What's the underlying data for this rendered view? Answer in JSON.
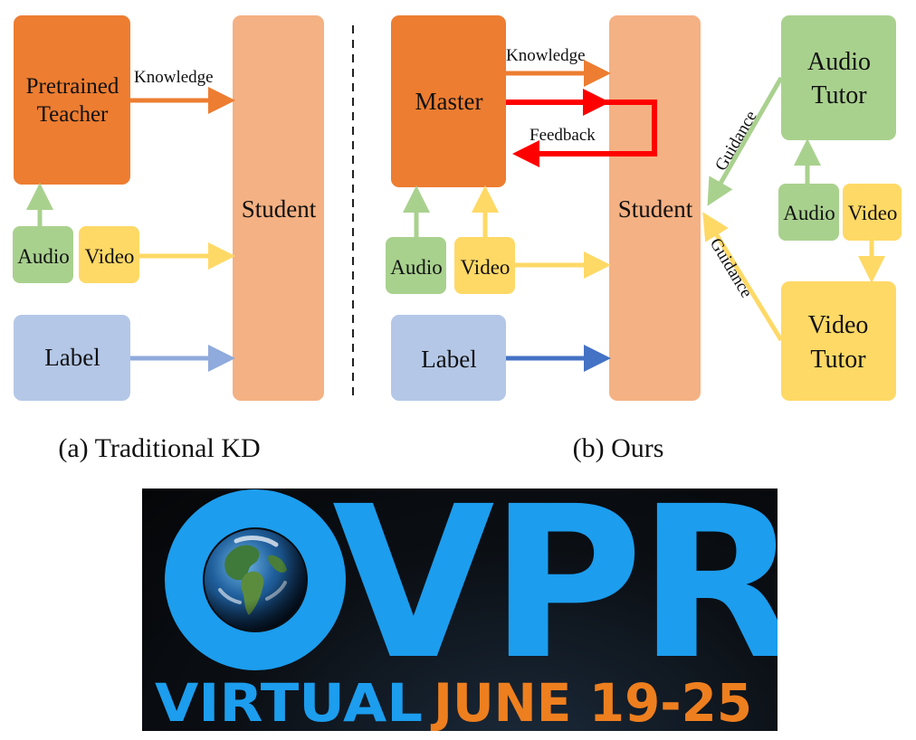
{
  "colors": {
    "orange_box": "#ed7d31",
    "student_box": "#f4b183",
    "green_box": "#a9d18e",
    "yellow_box": "#ffd966",
    "label_box": "#b4c7e7",
    "orange_arrow": "#ed7d31",
    "red_arrow": "#ff0000",
    "green_arrow": "#a9d18e",
    "yellow_arrow": "#ffd966",
    "blue_light_arrow": "#8faadc",
    "blue_dark_arrow": "#4472c4",
    "cvpr_blue": "#1c9dee",
    "cvpr_orange": "#ee7f1f"
  },
  "traditional": {
    "teacher_line1": "Pretrained",
    "teacher_line2": "Teacher",
    "knowledge_label": "Knowledge",
    "student": "Student",
    "audio": "Audio",
    "video": "Video",
    "label": "Label",
    "caption": "(a) Traditional KD"
  },
  "ours": {
    "master": "Master",
    "knowledge_label": "Knowledge",
    "feedback_label": "Feedback",
    "student": "Student",
    "audio": "Audio",
    "video": "Video",
    "label": "Label",
    "audio_tutor_line1": "Audio",
    "audio_tutor_line2": "Tutor",
    "video_tutor_line1": "Video",
    "video_tutor_line2": "Tutor",
    "tutor_audio": "Audio",
    "tutor_video": "Video",
    "guidance_top": "Guidance",
    "guidance_bottom": "Guidance",
    "caption": "(b) Ours"
  },
  "banner": {
    "title": "CVPR",
    "virtual": "VIRTUAL",
    "dates": "JUNE 19-25",
    "globe_icon": "earth-globe-icon"
  }
}
